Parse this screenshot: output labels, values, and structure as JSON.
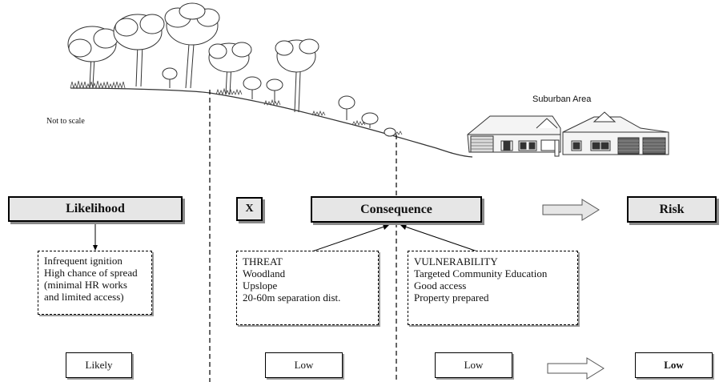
{
  "labels": {
    "not_to_scale": "Not to scale",
    "suburban_area": "Suburban Area"
  },
  "headers": {
    "likelihood": "Likelihood",
    "multiply": "X",
    "consequence": "Consequence",
    "risk": "Risk"
  },
  "likelihood_box": {
    "lines": [
      "Infrequent ignition",
      "High chance of spread",
      "(minimal HR works",
      "and limited access)"
    ]
  },
  "threat_box": {
    "lines": [
      "THREAT",
      "Woodland",
      "Upslope",
      "20-60m separation dist."
    ]
  },
  "vulnerability_box": {
    "lines": [
      "VULNERABILITY",
      "Targeted Community Education",
      "Good access",
      "Property prepared"
    ]
  },
  "ratings": {
    "likelihood": "Likely",
    "threat": "Low",
    "vulnerability": "Low",
    "risk": "Low"
  }
}
